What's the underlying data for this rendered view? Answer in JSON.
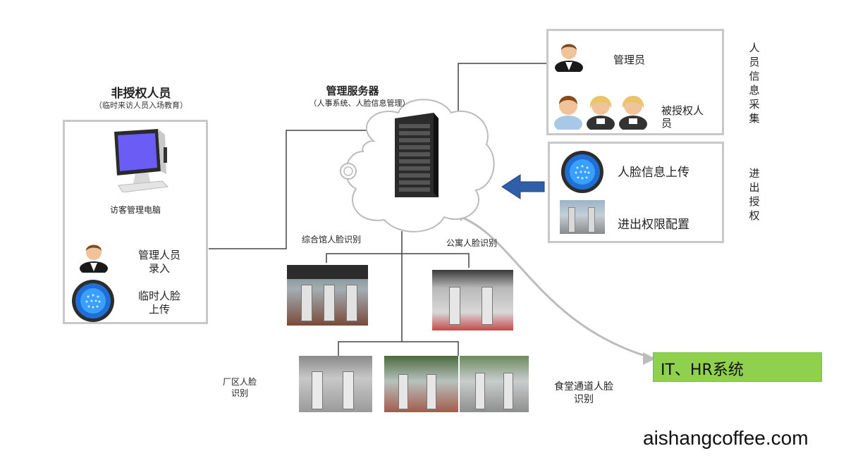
{
  "unauthorized": {
    "title": "非授权人员",
    "subtitle": "（临时来访人员入场教育）",
    "computer_label": "访客管理电脑",
    "admin_entry": [
      "管理人员",
      "录入"
    ],
    "temp_face": [
      "临时人脸",
      "上传"
    ]
  },
  "server": {
    "title": "管理服务器",
    "subtitle": "（人事系统、人脸信息管理）"
  },
  "collection": {
    "side_label": [
      "人",
      "员",
      "信",
      "息",
      "采",
      "集"
    ],
    "admin": "管理员",
    "authorized": [
      "被授权人",
      "员"
    ]
  },
  "access": {
    "side_label": [
      "进",
      "出",
      "授",
      "权"
    ],
    "face_upload": "人脸信息上传",
    "permission": "进出权限配置"
  },
  "gates": {
    "gym": "综合馆人脸识别",
    "apartment": "公寓人脸识别",
    "factory": [
      "厂区人脸",
      "识别"
    ],
    "canteen": [
      "食堂通道人脸",
      "识别"
    ]
  },
  "system_box": "IT、HR系统",
  "watermark": "aishangcoffee.com",
  "colors": {
    "border": "#c8c8c8",
    "arrow_blue": "#2f5fa8",
    "green": "#8fd14f",
    "screen": "#6b5cf5"
  }
}
